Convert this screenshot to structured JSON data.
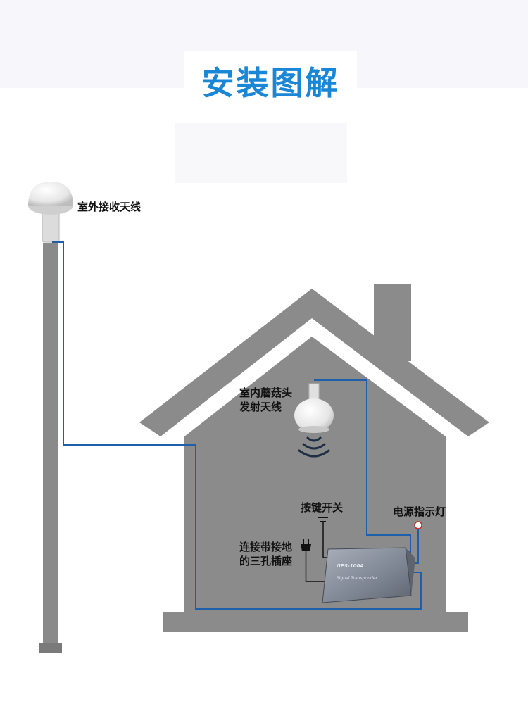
{
  "title": "安装图解",
  "labels": {
    "outdoor_antenna": "室外接收天线",
    "indoor_antenna_line1": "室内蘑菇头",
    "indoor_antenna_line2": "发射天线",
    "key_switch": "按键开关",
    "power_indicator": "电源指示灯",
    "ground_socket_line1": "连接带接地",
    "ground_socket_line2": "的三孔插座"
  },
  "device": {
    "model": "GPS-100A",
    "subtitle": "Signal Transponder"
  },
  "colors": {
    "title": "#1a86d6",
    "house": "#8b8b8b",
    "pole": "#8a8a8a",
    "cable": "#1d5fa8",
    "wire": "#111111",
    "indicator": "#cc2222",
    "device": "#7d8592"
  }
}
